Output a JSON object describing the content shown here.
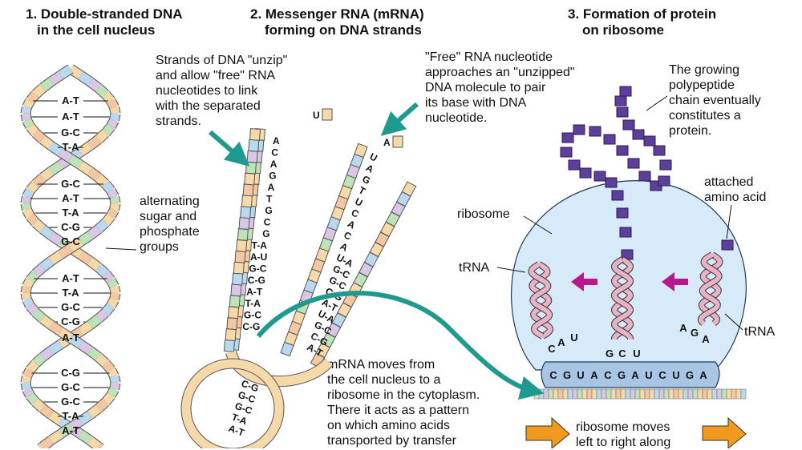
{
  "titles": {
    "t1": [
      "1. Double-stranded DNA",
      "in the cell nucleus"
    ],
    "t2": [
      "2. Messenger RNA (mRNA)",
      "forming on DNA strands"
    ],
    "t3": [
      "3. Formation of protein",
      "on ribosome"
    ]
  },
  "annotations": {
    "strands_unzip": [
      "Strands of DNA \"unzip\"",
      "and allow \"free\" RNA",
      "nucleotides to link",
      "with the separated",
      "strands."
    ],
    "free_rna": [
      "\"Free\" RNA nucleotide",
      "approaches an \"unzipped\"",
      "DNA molecule to pair",
      "its base with DNA",
      "nucleotide."
    ],
    "polypeptide": [
      "The growing",
      "polypeptide",
      "chain eventually",
      "constitutes a",
      "protein."
    ],
    "alternating": [
      "alternating",
      "sugar and",
      "phosphate",
      "groups"
    ],
    "attached": [
      "attached",
      "amino acid"
    ],
    "ribosome": "ribosome",
    "trna_left": "tRNA",
    "trna_right": "tRNA",
    "mrna_moves": [
      "mRNA moves from",
      "the cell nucleus to a",
      "ribosome in the cytoplasm.",
      "There it acts as a pattern",
      "on which amino acids",
      "transported by transfer"
    ],
    "ribosome_moves": [
      "ribosome moves",
      "left to right along"
    ]
  },
  "helix_pairs": [
    "A-T",
    "A-T",
    "G-C",
    "T-A",
    "G-C",
    "A-T",
    "T-A",
    "C-G",
    "G-C",
    "A-T",
    "T-A",
    "G-C",
    "C-G",
    "A-T",
    "C-G",
    "G-C",
    "G-C",
    "T-A",
    "A-T"
  ],
  "left_strand_pairs": [
    "A",
    "C",
    "A",
    "G",
    "A",
    "T",
    "G",
    "C",
    "G",
    "T-A",
    "A-U",
    "G-C",
    "C-G",
    "A-T",
    "T-A",
    "G-C",
    "C-G"
  ],
  "right_strand_letters": [
    "U",
    "A",
    "G",
    "T",
    "U",
    "C",
    "A",
    "C",
    "A",
    "U-A",
    "G-C",
    "G-C",
    "C-G",
    "A-T",
    "U-A",
    "G-C",
    "C-G",
    "A-T"
  ],
  "free_nucleotides": [
    "U",
    "A"
  ],
  "mrna_codons": [
    "C",
    "G",
    "U",
    "A",
    "C",
    "G",
    "A",
    "U",
    "C",
    "U",
    "G",
    "A"
  ],
  "anticodons": {
    "left": [
      "C",
      "A",
      "U"
    ],
    "middle": [
      "G",
      "C",
      "U"
    ],
    "right": [
      "A",
      "G",
      "A"
    ]
  },
  "colors": {
    "sugar_phosphate": "#f5d9a8",
    "ribosome_fill": "#d6eaf7",
    "ribosome_base": "#a8c5e3",
    "amino_acid": "#5b3f9a",
    "arrow_teal": "#1f9a8f",
    "arrow_magenta": "#b8188a",
    "arrow_orange": "#f29a1e",
    "trna_pink": "#e9b3c6"
  }
}
